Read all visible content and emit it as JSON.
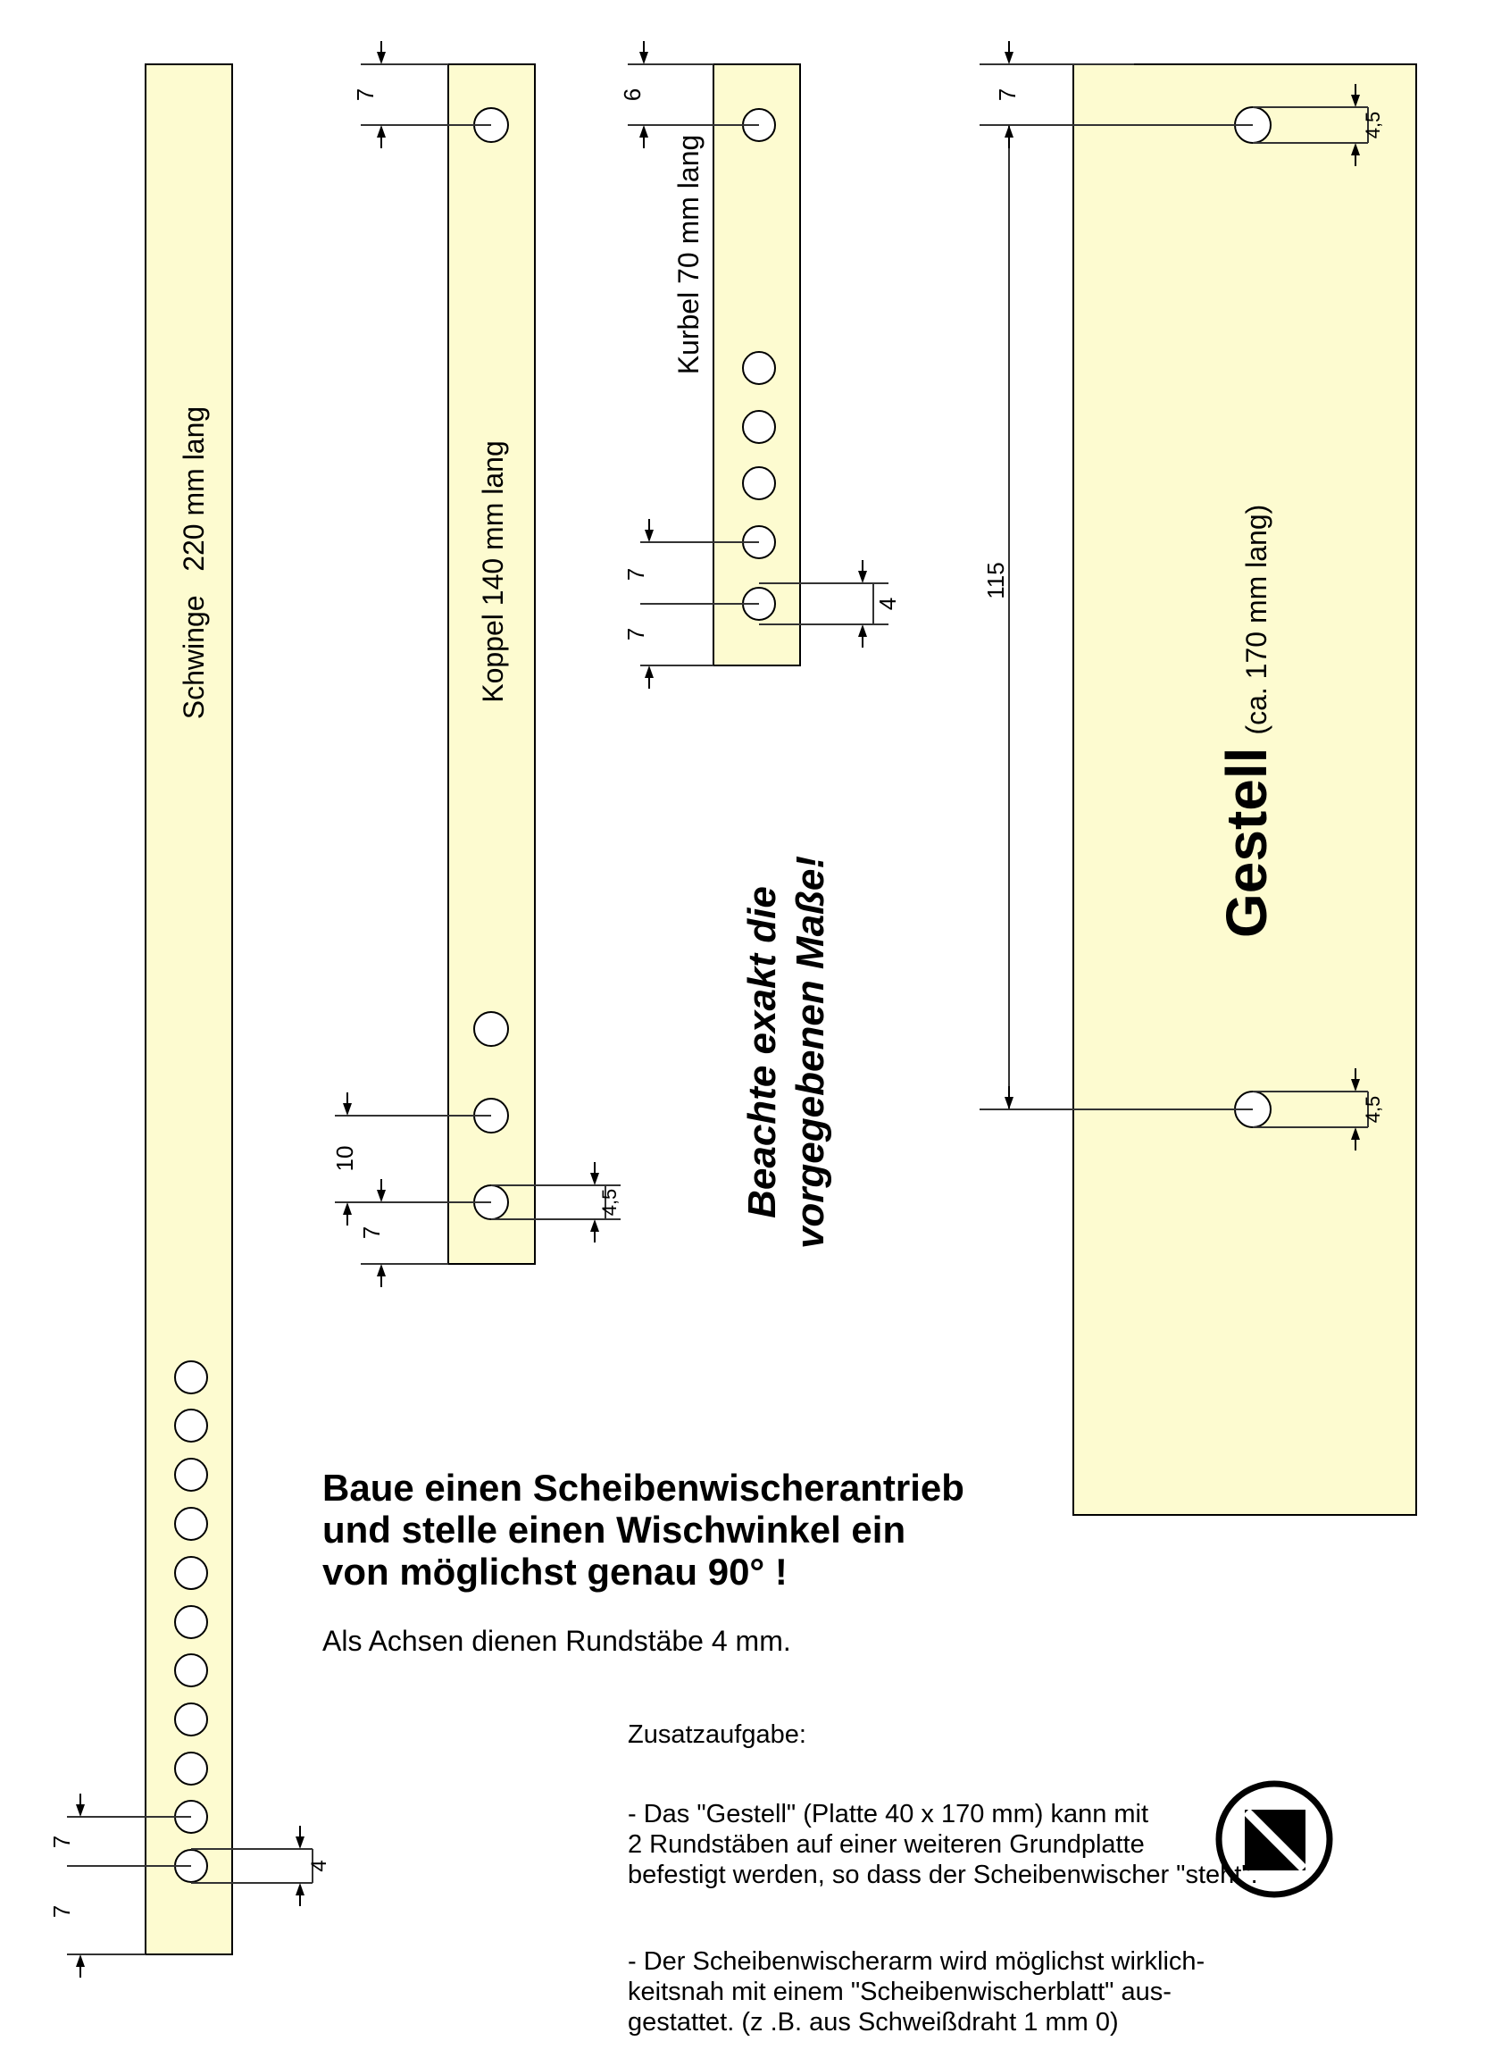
{
  "parts": {
    "schwinge": {
      "label": "Schwinge   220 mm lang",
      "dim_top": "7",
      "dim_bottom": "7",
      "hole_dia": "4"
    },
    "koppel": {
      "label": "Koppel 140 mm lang",
      "dim_top": "7",
      "dim_spacing": "10",
      "dim_bottom": "7",
      "hole_dia": "4,5"
    },
    "kurbel": {
      "label": "Kurbel 70 mm lang",
      "dim_top": "6",
      "dim_mid": "7",
      "dim_bottom": "7",
      "hole_dia": "4"
    },
    "gestell": {
      "label": "Gestell",
      "sublabel": "(ca. 170 mm lang)",
      "dim_top": "7",
      "dim_spacing": "115",
      "hole_dia_top": "4,5",
      "hole_dia_bottom": "4,5"
    }
  },
  "warning": {
    "line1": "Beachte exakt die",
    "line2": "vorgegebenen Maße!"
  },
  "task": {
    "heading": "Baue einen Scheibenwischerantrieb\nund stelle einen Wischwinkel ein\nvon möglichst genau 90° !",
    "note": "Als Achsen dienen Rundstäbe 4 mm."
  },
  "extra": {
    "title": "Zusatzaufgabe:",
    "item1": "- Das \"Gestell\" (Platte 40 x 170 mm) kann mit\n  2 Rundstäben auf einer weiteren Grundplatte\n  befestigt werden, so dass der Scheibenwischer \"steht\".",
    "item2": "- Der Scheibenwischerarm wird möglichst wirklich-\n  keitsnah mit einem \"Scheibenwischerblatt\" aus-\n  gestattet. (z .B. aus Schweißdraht 1 mm 0)"
  },
  "colors": {
    "part_fill": "#fdfbd0",
    "line": "#000000",
    "dim_line": "#333333"
  },
  "icons": [
    "arrow-down-icon",
    "arrow-up-icon",
    "logo-badge-icon"
  ]
}
